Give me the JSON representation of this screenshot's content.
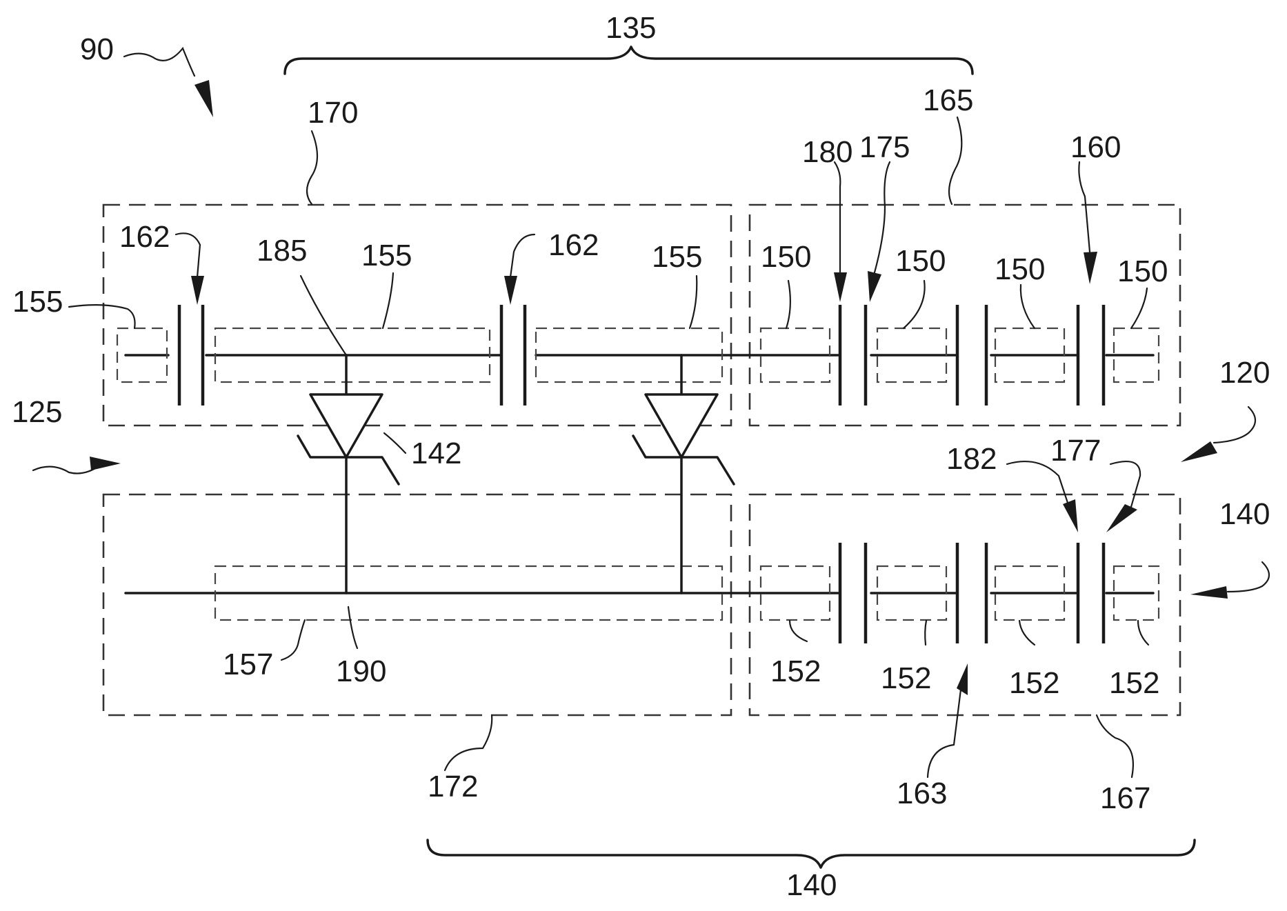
{
  "labels": {
    "l90": "90",
    "l135": "135",
    "l170": "170",
    "l165": "165",
    "l180": "180",
    "l175": "175",
    "l160": "160",
    "l162a": "162",
    "l162b": "162",
    "l185": "185",
    "l155a": "155",
    "l155b": "155",
    "l155c": "155",
    "l150a": "150",
    "l150b": "150",
    "l150c": "150",
    "l150d": "150",
    "l125": "125",
    "l120": "120",
    "l142": "142",
    "l182": "182",
    "l177": "177",
    "l140r": "140",
    "l157": "157",
    "l190": "190",
    "l152a": "152",
    "l152b": "152",
    "l152c": "152",
    "l152d": "152",
    "l172": "172",
    "l163": "163",
    "l167": "167",
    "l140b": "140"
  }
}
